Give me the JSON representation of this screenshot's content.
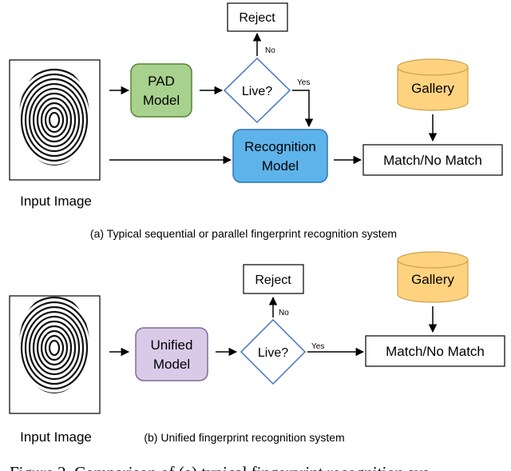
{
  "panel_a": {
    "input_label": "Input Image",
    "pad_model_line1": "PAD",
    "pad_model_line2": "Model",
    "decision": "Live?",
    "reject": "Reject",
    "no_label": "No",
    "yes_label": "Yes",
    "recognition_line1": "Recognition",
    "recognition_line2": "Model",
    "gallery": "Gallery",
    "match": "Match/No Match",
    "caption": "(a) Typical sequential or parallel fingerprint recognition system"
  },
  "panel_b": {
    "input_label": "Input Image",
    "unified_line1": "Unified",
    "unified_line2": "Model",
    "decision": "Live?",
    "reject": "Reject",
    "no_label": "No",
    "yes_label": "Yes",
    "gallery": "Gallery",
    "match": "Match/No Match",
    "caption": "(b) Unified fingerprint recognition system"
  },
  "figure_caption": "Figure 2. Comparison of (a) typical fingerprint recognition sys",
  "colors": {
    "pad_fill": "#a9d18e",
    "pad_stroke": "#548235",
    "recognition_fill": "#5eb4ea",
    "recognition_stroke": "#2e75b6",
    "unified_fill": "#d9cbe8",
    "unified_stroke": "#7f6a99",
    "gallery_fill": "#ffd27f",
    "gallery_stroke": "#c9a24b",
    "diamond_stroke": "#4472c4"
  },
  "icons": {
    "fingerprint": "fingerprint-icon",
    "gallery": "database-cylinder-icon"
  }
}
